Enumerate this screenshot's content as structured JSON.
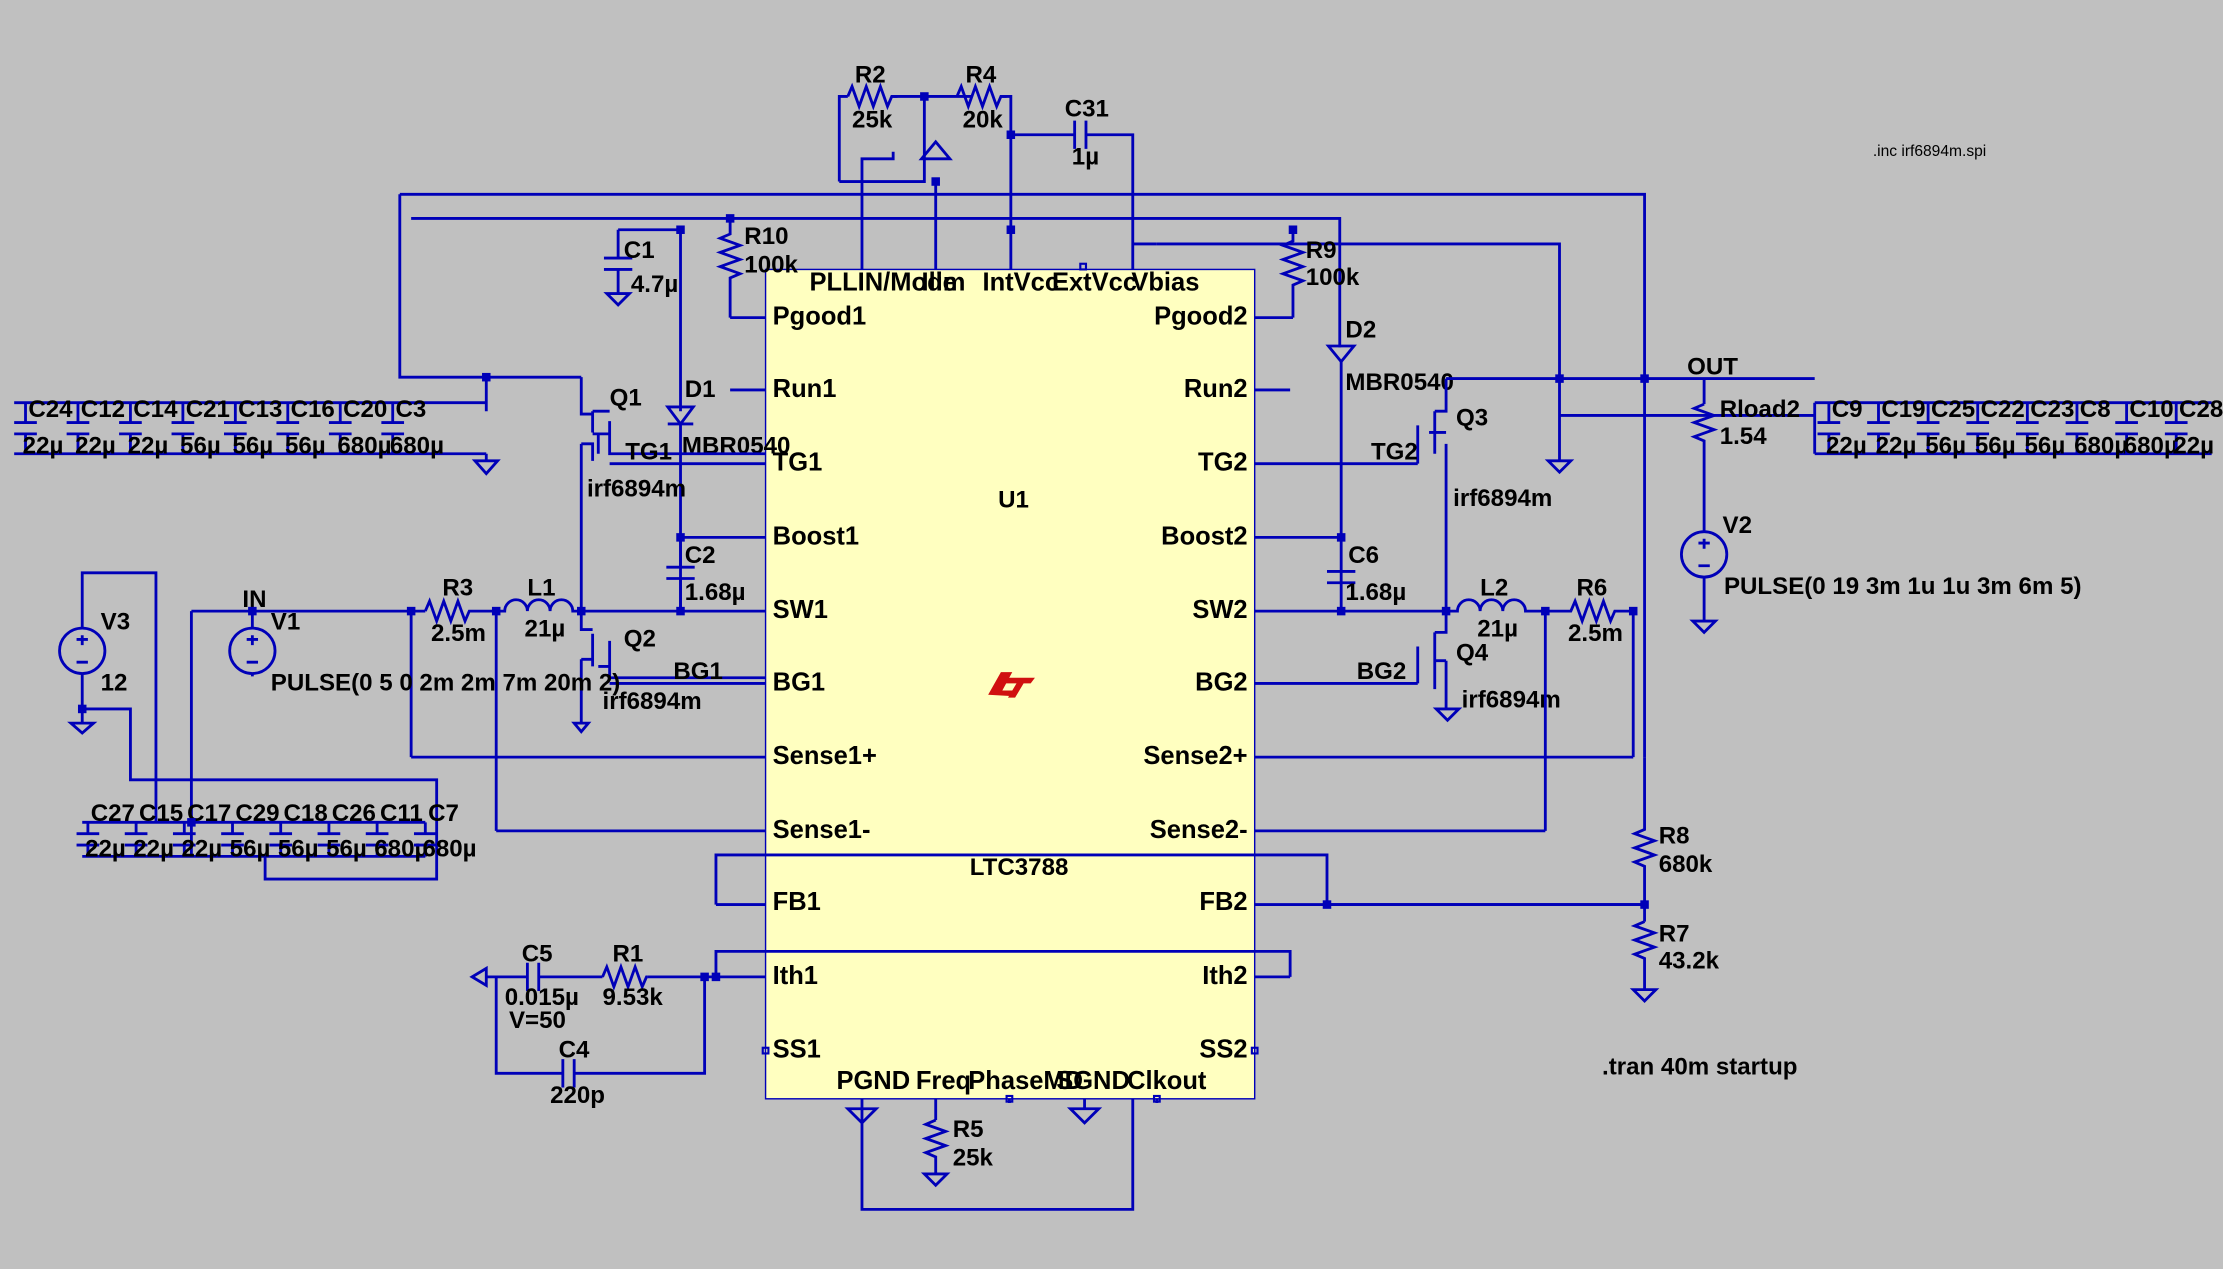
{
  "ic": {
    "ref": "U1",
    "part": "LTC3788",
    "colors": {
      "body": "#ffffc0",
      "wire": "#0000b8",
      "logo": "#d01010"
    },
    "top_pins": [
      "PLLIN/Mode",
      "Ilim",
      "IntVcc",
      "ExtVcc",
      "Vbias"
    ],
    "left_pins": [
      "Pgood1",
      "Run1",
      "TG1",
      "Boost1",
      "SW1",
      "BG1",
      "Sense1+",
      "Sense1-",
      "FB1",
      "Ith1",
      "SS1"
    ],
    "right_pins": [
      "Pgood2",
      "Run2",
      "TG2",
      "Boost2",
      "SW2",
      "BG2",
      "Sense2+",
      "Sense2-",
      "FB2",
      "Ith2",
      "SS2"
    ],
    "bottom_pins": [
      "PGND",
      "Freq",
      "PhaseMD",
      "SGND",
      "Clkout"
    ]
  },
  "nets": {
    "in": "IN",
    "out": "OUT",
    "tg1": "TG1",
    "bg1": "BG1",
    "tg2": "TG2",
    "bg2": "BG2"
  },
  "components": {
    "R2": {
      "ref": "R2",
      "val": "25k"
    },
    "R4": {
      "ref": "R4",
      "val": "20k"
    },
    "C31": {
      "ref": "C31",
      "val": "1µ"
    },
    "C1": {
      "ref": "C1",
      "val": "4.7µ"
    },
    "R10": {
      "ref": "R10",
      "val": "100k"
    },
    "R9": {
      "ref": "R9",
      "val": "100k"
    },
    "D1": {
      "ref": "D1",
      "val": "MBR0540"
    },
    "D2": {
      "ref": "D2",
      "val": "MBR0540"
    },
    "Q1": {
      "ref": "Q1",
      "val": "irf6894m"
    },
    "Q2": {
      "ref": "Q2",
      "val": "irf6894m"
    },
    "Q3": {
      "ref": "Q3",
      "val": "irf6894m"
    },
    "Q4": {
      "ref": "Q4",
      "val": "irf6894m"
    },
    "C2": {
      "ref": "C2",
      "val": "1.68µ"
    },
    "C6": {
      "ref": "C6",
      "val": "1.68µ"
    },
    "R3": {
      "ref": "R3",
      "val": "2.5m"
    },
    "L1": {
      "ref": "L1",
      "val": "21µ"
    },
    "L2": {
      "ref": "L2",
      "val": "21µ"
    },
    "R6": {
      "ref": "R6",
      "val": "2.5m"
    },
    "V1": {
      "ref": "V1",
      "val": "PULSE(0 5 0 2m 2m 7m 20m 2)"
    },
    "V3": {
      "ref": "V3",
      "val": "12"
    },
    "V2": {
      "ref": "V2",
      "val": "PULSE(0 19 3m 1u 1u 3m 6m 5)"
    },
    "Rload2": {
      "ref": "Rload2",
      "val": "1.54"
    },
    "R8": {
      "ref": "R8",
      "val": "680k"
    },
    "R7": {
      "ref": "R7",
      "val": "43.2k"
    },
    "C5": {
      "ref": "C5",
      "val": "0.015µ",
      "extra": "V=50"
    },
    "R1": {
      "ref": "R1",
      "val": "9.53k"
    },
    "C4": {
      "ref": "C4",
      "val": "220p"
    },
    "R5": {
      "ref": "R5",
      "val": "25k"
    }
  },
  "cap_bank_left_top": [
    {
      "ref": "C24",
      "val": "22µ"
    },
    {
      "ref": "C12",
      "val": "22µ"
    },
    {
      "ref": "C14",
      "val": "22µ"
    },
    {
      "ref": "C21",
      "val": "56µ"
    },
    {
      "ref": "C13",
      "val": "56µ"
    },
    {
      "ref": "C16",
      "val": "56µ"
    },
    {
      "ref": "C20",
      "val": "680µ"
    },
    {
      "ref": "C3",
      "val": "680µ"
    }
  ],
  "cap_bank_left_bottom": [
    {
      "ref": "C27",
      "val": "22µ"
    },
    {
      "ref": "C15",
      "val": "22µ"
    },
    {
      "ref": "C17",
      "val": "22µ"
    },
    {
      "ref": "C29",
      "val": "56µ"
    },
    {
      "ref": "C18",
      "val": "56µ"
    },
    {
      "ref": "C26",
      "val": "56µ"
    },
    {
      "ref": "C11",
      "val": "680µ"
    },
    {
      "ref": "C7",
      "val": "680µ"
    }
  ],
  "cap_bank_right": [
    {
      "ref": "C9",
      "val": "22µ"
    },
    {
      "ref": "C19",
      "val": "22µ"
    },
    {
      "ref": "C25",
      "val": "56µ"
    },
    {
      "ref": "C22",
      "val": "56µ"
    },
    {
      "ref": "C23",
      "val": "56µ"
    },
    {
      "ref": "C8",
      "val": "680µ"
    },
    {
      "ref": "C10",
      "val": "680µ"
    },
    {
      "ref": "C28",
      "val": "22µ"
    }
  ],
  "directives": {
    "include": ".inc irf6894m.spi",
    "tran": ".tran 40m startup"
  }
}
